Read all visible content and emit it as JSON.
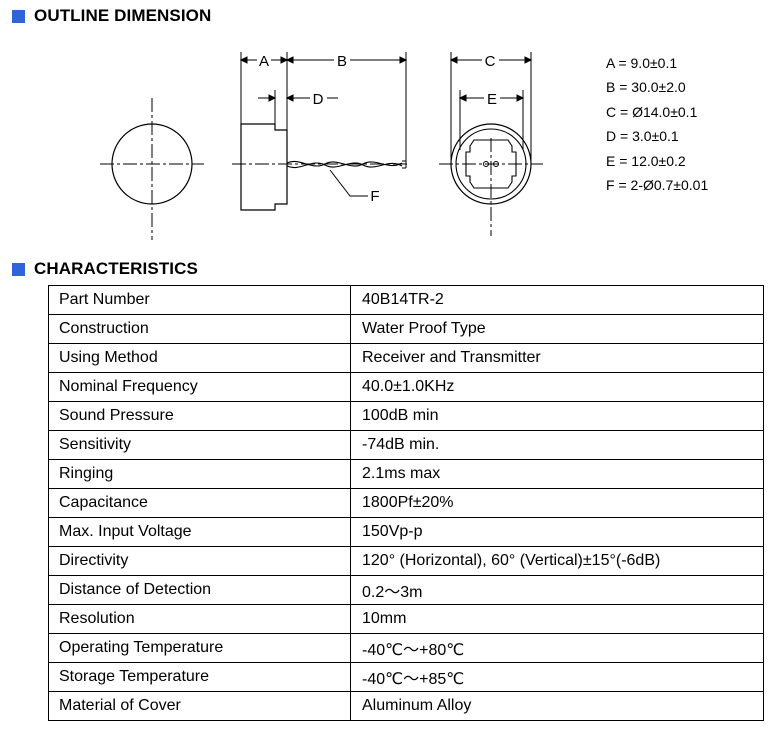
{
  "sections": {
    "outline": "OUTLINE DIMENSION",
    "characteristics": "CHARACTERISTICS"
  },
  "drawing": {
    "labels": {
      "a": "A",
      "b": "B",
      "c": "C",
      "d": "D",
      "e": "E",
      "f": "F"
    }
  },
  "dimensions": [
    "A = 9.0±0.1",
    "B = 30.0±2.0",
    "C = Ø14.0±0.1",
    "D = 3.0±0.1",
    "E = 12.0±0.2",
    "F = 2-Ø0.7±0.01"
  ],
  "characteristics": [
    {
      "key": "Part Number",
      "value": "40B14TR-2"
    },
    {
      "key": "Construction",
      "value": "Water Proof Type"
    },
    {
      "key": "Using Method",
      "value": "Receiver and Transmitter"
    },
    {
      "key": "Nominal Frequency",
      "value": "40.0±1.0KHz"
    },
    {
      "key": "Sound Pressure",
      "value": "100dB min"
    },
    {
      "key": "Sensitivity",
      "value": "-74dB min."
    },
    {
      "key": "Ringing",
      "value": "2.1ms max"
    },
    {
      "key": "Capacitance",
      "value": "1800Pf±20%"
    },
    {
      "key": "Max. Input Voltage",
      "value": "150Vp-p"
    },
    {
      "key": "Directivity",
      "value": "120° (Horizontal), 60° (Vertical)±15°(-6dB)"
    },
    {
      "key": "Distance of Detection",
      "value": "0.2～3m"
    },
    {
      "key": "Resolution",
      "value": "10mm"
    },
    {
      "key": "Operating Temperature",
      "value": "-40℃～+80℃"
    },
    {
      "key": "Storage Temperature",
      "value": "-40℃～+85℃"
    },
    {
      "key": "Material of Cover",
      "value": "Aluminum Alloy"
    }
  ]
}
